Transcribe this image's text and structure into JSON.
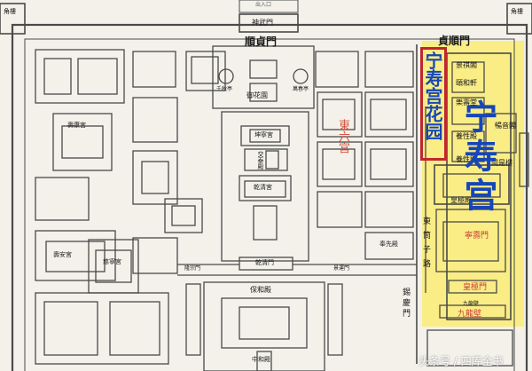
{
  "map": {
    "corner_tower_left": "角樓",
    "corner_tower_right": "角樓",
    "top_gate": "神武門",
    "top_gate_faint": "出入口",
    "shunzhen_gate": "順貞門",
    "zhenshun_gate": "貞順門",
    "imperial_garden": "御花園",
    "qianqiu_ting": "千秋亭",
    "wanchun_ting": "萬春亭",
    "kunning_gong": "坤寧宮",
    "jiaotai_dian": "交泰殿",
    "qianqing_gong": "乾清宮",
    "qianqing_men": "乾清門",
    "baohe_dian": "保和殿",
    "zhonghe_dian": "中和殿",
    "shoukang_gong": "壽康宮",
    "shouan_gong": "壽安宮",
    "cining_gong": "慈寧宮",
    "fengxian_dian": "奉先殿",
    "jingyun_men": "景運門",
    "longzong_men": "隆宗門",
    "changyin_ge": "暢音閣",
    "yueshi_lou": "閱是樓",
    "jingqi_ge": "景祺閣",
    "xiequ_xuan": "頤和軒",
    "leshou_tang": "樂壽堂",
    "yangxing_dian": "養性殿",
    "yangxing_men": "養性門",
    "huangji_dian": "皇極殿",
    "ningshou_men": "寧壽門",
    "huangji_men": "皇極門",
    "jiulong_bi": "九龍壁",
    "jiulong_bi_small": "九龍壁",
    "xiyang_men": "錫慶門",
    "dongtongzi_lu": "東筒子路",
    "xiyang_men_label": "錫慶門"
  },
  "annotations": {
    "east_six_palaces": "東六宮",
    "garden_title": "宁寿宫花园",
    "palace_title": "宁寿宫"
  },
  "watermark": "头条号 / 四库全书",
  "colors": {
    "palace_highlight": "#fbec7a",
    "garden_box": "#c1262c",
    "annotation_red": "#d8553f",
    "title_blue": "#1646b8"
  }
}
